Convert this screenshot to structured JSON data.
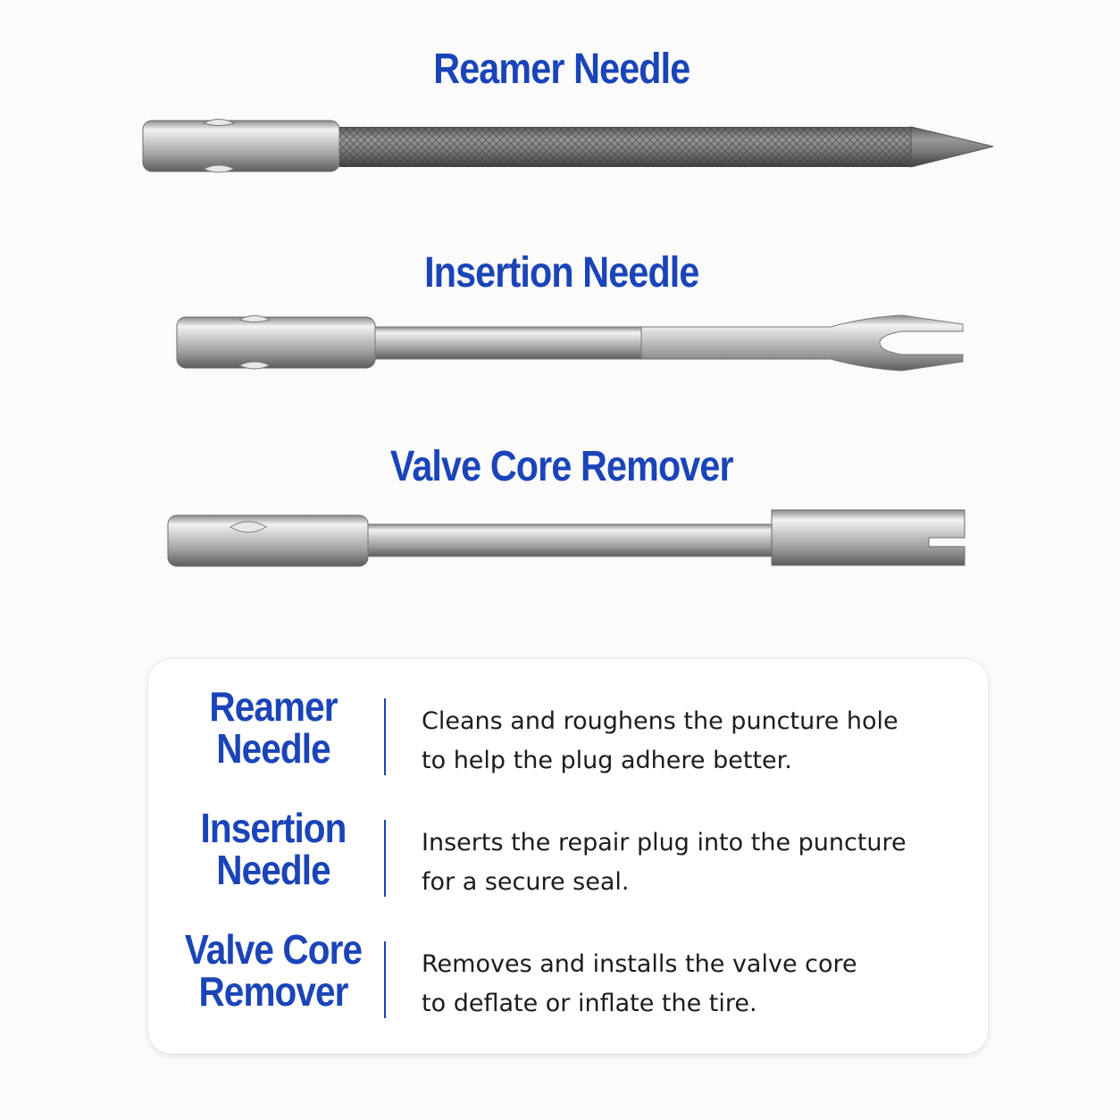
{
  "tools": [
    {
      "title": "Reamer Needle",
      "icon": "reamer-needle-icon"
    },
    {
      "title": "Insertion Needle",
      "icon": "insertion-needle-icon"
    },
    {
      "title": "Valve Core Remover",
      "icon": "valve-core-remover-icon"
    }
  ],
  "descriptions": [
    {
      "name_line1": "Reamer",
      "name_line2": "Needle",
      "desc_line1": "Cleans and roughens the puncture hole",
      "desc_line2": "to help the plug adhere better."
    },
    {
      "name_line1": "Insertion",
      "name_line2": "Needle",
      "desc_line1": "Inserts the repair plug into the puncture",
      "desc_line2": "for a secure seal."
    },
    {
      "name_line1": "Valve Core",
      "name_line2": "Remover",
      "desc_line1": "Removes and installs the valve core",
      "desc_line2": "to deflate or inflate the tire."
    }
  ],
  "colors": {
    "accent": "#1a44b8",
    "background": "#fbfbfb",
    "card": "#ffffff",
    "text": "#1c1c1c"
  }
}
